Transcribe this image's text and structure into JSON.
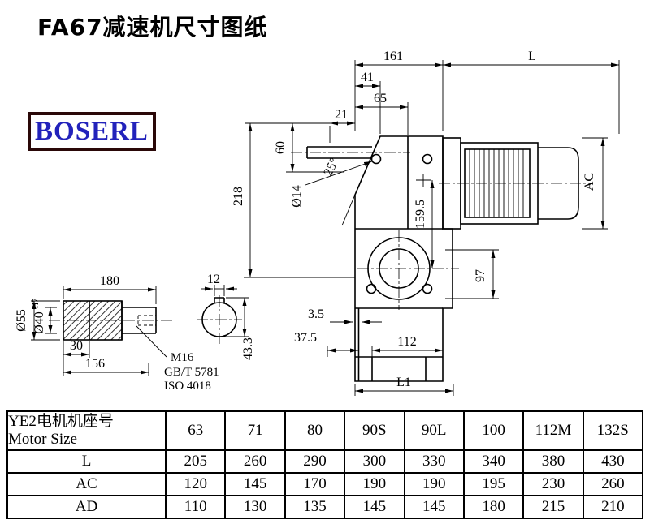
{
  "page": {
    "title": "FA67减速机尺寸图纸"
  },
  "logo": {
    "text": "BOSERL"
  },
  "drawing": {
    "dims": {
      "d161": "161",
      "dL": "L",
      "d41": "41",
      "d65": "65",
      "d21": "21",
      "d60": "60",
      "d218": "218",
      "a25": "25°",
      "dia14": "Ø14",
      "dAC": "AC",
      "d159_5": "159.5",
      "d97": "97",
      "d3_5": "3.5",
      "d37_5": "37.5",
      "d112": "112",
      "dL1": "L1"
    },
    "shaft": {
      "d180": "180",
      "d12": "12",
      "dia55": "Ø55",
      "dia40": "Ø40",
      "tol": "H7",
      "d30": "30",
      "d156": "156",
      "d43_3": "43.3",
      "m16": "M16",
      "gb": "GB/T 5781",
      "iso": "ISO 4018"
    }
  },
  "table": {
    "motor_header_cn": "YE2电机机座号",
    "motor_header_en": "Motor Size",
    "sizes": [
      "63",
      "71",
      "80",
      "90S",
      "90L",
      "100",
      "112M",
      "132S"
    ],
    "rows": [
      {
        "label": "L",
        "values": [
          "205",
          "260",
          "290",
          "300",
          "330",
          "340",
          "380",
          "430"
        ]
      },
      {
        "label": "AC",
        "values": [
          "120",
          "145",
          "170",
          "190",
          "190",
          "195",
          "230",
          "260"
        ]
      },
      {
        "label": "AD",
        "values": [
          "110",
          "130",
          "135",
          "145",
          "145",
          "180",
          "215",
          "210"
        ]
      }
    ]
  }
}
